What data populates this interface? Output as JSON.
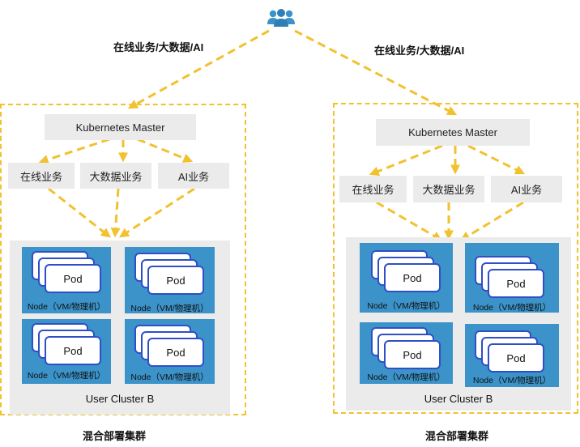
{
  "users_icon": "users-group-icon",
  "colors": {
    "accent_dash": "#f2c12e",
    "node_blue": "#3b93c9",
    "pod_border": "#2e4fc7",
    "panel_grey": "#ebebeb"
  },
  "clusters": [
    {
      "flow_label": "在线业务/大数据/AI",
      "master": "Kubernetes Master",
      "services": [
        "在线业务",
        "大数据业务",
        "AI业务"
      ],
      "nodes": [
        {
          "pod": "Pod",
          "label": "Node（VM/物理机）"
        },
        {
          "pod": "Pod",
          "label": "Node（VM/物理机）"
        },
        {
          "pod": "Pod",
          "label": "Node（VM/物理机）"
        },
        {
          "pod": "Pod",
          "label": "Node（VM/物理机）"
        }
      ],
      "user_cluster": "User Cluster B",
      "caption": "混合部署集群"
    },
    {
      "flow_label": "在线业务/大数据/AI",
      "master": "Kubernetes Master",
      "services": [
        "在线业务",
        "大数据业务",
        "AI业务"
      ],
      "nodes": [
        {
          "pod": "Pod",
          "label": "Node（VM/物理机）"
        },
        {
          "pod": "Pod",
          "label": "Node（VM/物理机）"
        },
        {
          "pod": "Pod",
          "label": "Node（VM/物理机）"
        },
        {
          "pod": "Pod",
          "label": "Node（VM/物理机）"
        }
      ],
      "user_cluster": "User Cluster B",
      "caption": "混合部署集群"
    }
  ]
}
